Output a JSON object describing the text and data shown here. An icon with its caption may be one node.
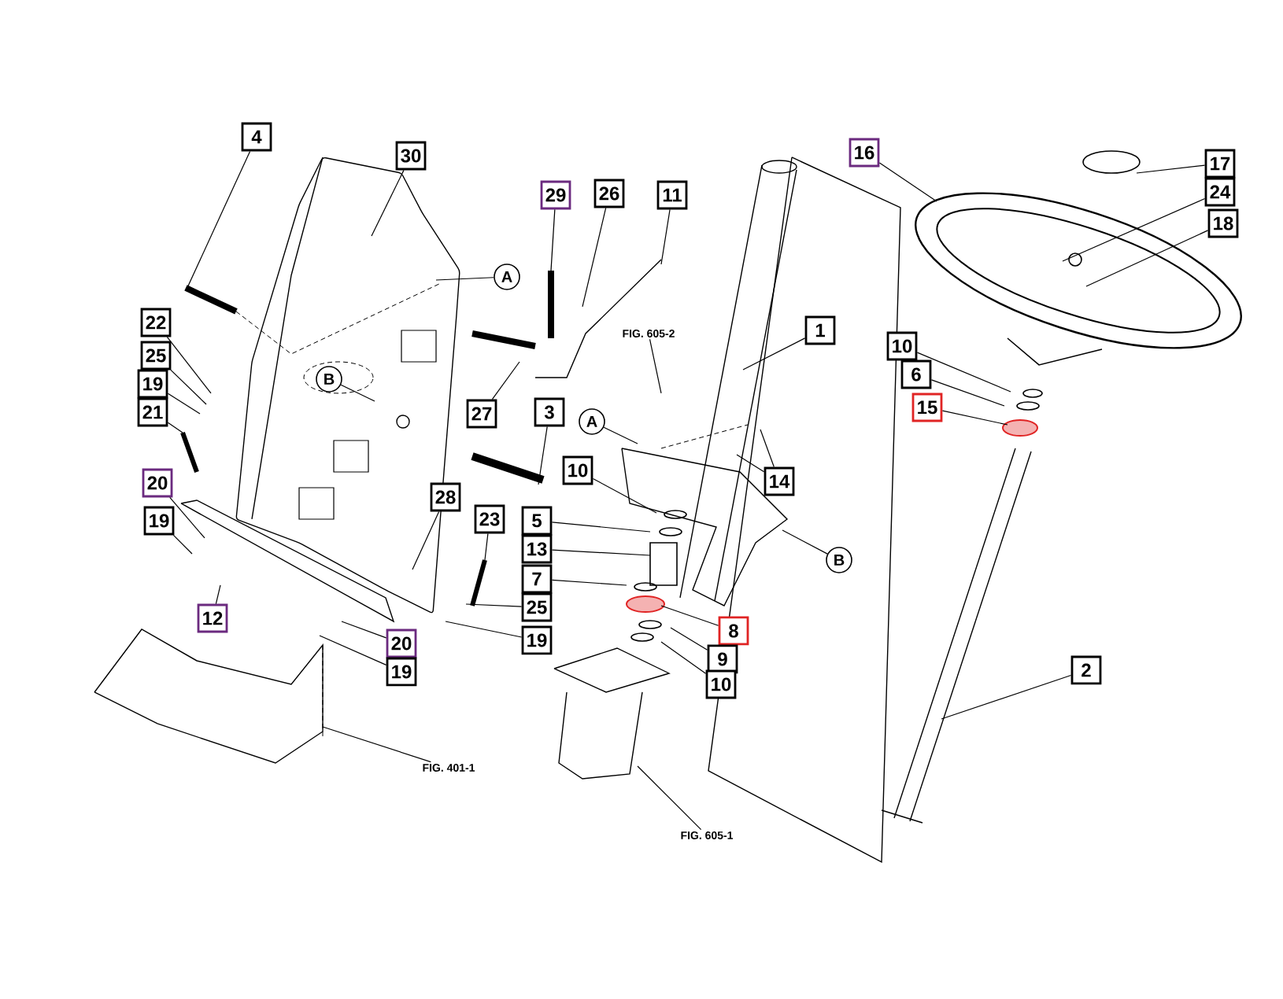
{
  "diagram": {
    "nodes": [
      {
        "text": [
          "4"
        ]
      },
      {
        "text": [
          "30"
        ]
      },
      {
        "text": [
          "29"
        ]
      },
      {
        "text": [
          "26"
        ]
      },
      {
        "text": [
          "11"
        ]
      },
      {
        "text": [
          "1"
        ]
      },
      {
        "text": [
          "16"
        ]
      },
      {
        "text": [
          "17"
        ]
      },
      {
        "text": [
          "24"
        ]
      },
      {
        "text": [
          "18"
        ]
      },
      {
        "text": [
          "10"
        ]
      },
      {
        "text": [
          "6"
        ]
      },
      {
        "text": [
          "15"
        ]
      },
      {
        "text": [
          "22"
        ]
      },
      {
        "text": [
          "25"
        ]
      },
      {
        "text": [
          "19"
        ]
      },
      {
        "text": [
          "21"
        ]
      },
      {
        "text": [
          "20"
        ]
      },
      {
        "text": [
          "19"
        ]
      },
      {
        "text": [
          "12"
        ]
      },
      {
        "text": [
          "20"
        ]
      },
      {
        "text": [
          "19"
        ]
      },
      {
        "text": [
          "28"
        ]
      },
      {
        "text": [
          "23"
        ]
      },
      {
        "text": [
          "25"
        ]
      },
      {
        "text": [
          "19"
        ]
      },
      {
        "text": [
          "27"
        ]
      },
      {
        "text": [
          "3"
        ]
      },
      {
        "text": [
          "5"
        ]
      },
      {
        "text": [
          "13"
        ]
      },
      {
        "text": [
          "7"
        ]
      },
      {
        "text": [
          "10"
        ]
      },
      {
        "text": [
          "14"
        ]
      },
      {
        "text": [
          "8"
        ]
      },
      {
        "text": [
          "9"
        ]
      },
      {
        "text": [
          "10"
        ]
      },
      {
        "text": [
          "2"
        ]
      },
      {
        "text": [
          "A"
        ]
      },
      {
        "text": [
          "B"
        ]
      },
      {
        "text": [
          "A"
        ]
      },
      {
        "text": [
          "B"
        ]
      },
      {
        "text": [
          "FIG. 605-2"
        ]
      },
      {
        "text": [
          "FIG. 401-1"
        ]
      },
      {
        "text": [
          "FIG. 605-1"
        ]
      }
    ],
    "edges": [
      {
        "from": 0,
        "to": null,
        "arrow": "none"
      },
      {
        "from": 1,
        "to": null,
        "arrow": "none"
      },
      {
        "from": 2,
        "to": null,
        "arrow": "none"
      },
      {
        "from": 3,
        "to": null,
        "arrow": "none"
      },
      {
        "from": 4,
        "to": null,
        "arrow": "none"
      },
      {
        "from": 5,
        "to": null,
        "arrow": "none"
      },
      {
        "from": 6,
        "to": null,
        "arrow": "none"
      },
      {
        "from": 7,
        "to": null,
        "arrow": "none"
      },
      {
        "from": 8,
        "to": null,
        "arrow": "none"
      },
      {
        "from": 9,
        "to": null,
        "arrow": "none"
      },
      {
        "from": 10,
        "to": null,
        "arrow": "none"
      },
      {
        "from": 11,
        "to": null,
        "arrow": "none"
      },
      {
        "from": 12,
        "to": null,
        "arrow": "none"
      },
      {
        "from": 13,
        "to": null,
        "arrow": "none"
      },
      {
        "from": 14,
        "to": null,
        "arrow": "none"
      },
      {
        "from": 15,
        "to": null,
        "arrow": "none"
      },
      {
        "from": 16,
        "to": null,
        "arrow": "none"
      },
      {
        "from": 17,
        "to": null,
        "arrow": "none"
      },
      {
        "from": 18,
        "to": null,
        "arrow": "none"
      },
      {
        "from": 19,
        "to": null,
        "arrow": "none"
      },
      {
        "from": 20,
        "to": null,
        "arrow": "none"
      },
      {
        "from": 21,
        "to": null,
        "arrow": "none"
      },
      {
        "from": 22,
        "to": null,
        "arrow": "none"
      },
      {
        "from": 23,
        "to": null,
        "arrow": "none"
      },
      {
        "from": 24,
        "to": null,
        "arrow": "none"
      },
      {
        "from": 25,
        "to": null,
        "arrow": "none"
      },
      {
        "from": 26,
        "to": null,
        "arrow": "none"
      },
      {
        "from": 27,
        "to": null,
        "arrow": "none"
      },
      {
        "from": 28,
        "to": null,
        "arrow": "none"
      },
      {
        "from": 29,
        "to": null,
        "arrow": "none"
      },
      {
        "from": 30,
        "to": null,
        "arrow": "none"
      },
      {
        "from": 31,
        "to": null,
        "arrow": "none"
      },
      {
        "from": 32,
        "to": null,
        "arrow": "none"
      },
      {
        "from": 32,
        "to": null,
        "arrow": "none"
      },
      {
        "from": 33,
        "to": null,
        "arrow": "none"
      },
      {
        "from": 34,
        "to": null,
        "arrow": "none"
      },
      {
        "from": 35,
        "to": null,
        "arrow": "none"
      },
      {
        "from": 36,
        "to": null,
        "arrow": "none"
      },
      {
        "from": 37,
        "to": null,
        "arrow": "none"
      },
      {
        "from": 38,
        "to": null,
        "arrow": "none"
      },
      {
        "from": 39,
        "to": null,
        "arrow": "none"
      },
      {
        "from": 40,
        "to": null,
        "arrow": "none"
      },
      {
        "from": 41,
        "to": null,
        "arrow": "none"
      },
      {
        "from": 42,
        "to": null,
        "arrow": "none"
      },
      {
        "from": 43,
        "to": null,
        "arrow": "none"
      }
    ]
  }
}
